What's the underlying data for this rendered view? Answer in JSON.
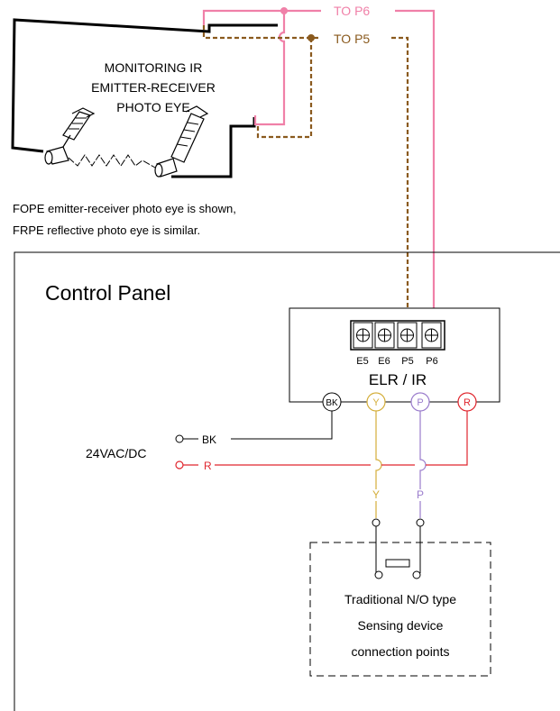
{
  "photo_eye": {
    "label_line1": "MONITORING IR",
    "label_line2": "EMITTER-RECEIVER",
    "label_line3": "PHOTO EYE"
  },
  "wire_labels": {
    "to_p6": "TO  P6",
    "to_p5": "TO  P5"
  },
  "note": {
    "line1": "FOPE emitter-receiver photo eye is shown,",
    "line2": "FRPE reflective photo eye is similar."
  },
  "control_panel": {
    "title": "Control Panel"
  },
  "module": {
    "name": "ELR / IR",
    "terminals": [
      "E5",
      "E6",
      "P5",
      "P6"
    ],
    "connectors": [
      "BK",
      "Y",
      "P",
      "R"
    ]
  },
  "power": {
    "label": "24VAC/DC",
    "bk": "BK",
    "r": "R"
  },
  "device_wires": {
    "y": "Y",
    "p": "P"
  },
  "sensing_device": {
    "line1": "Traditional N/O type",
    "line2": "Sensing device",
    "line3": "connection points"
  },
  "colors": {
    "pink": "#f080a8",
    "brown": "#8a5a1e",
    "yellow": "#d4ae3a",
    "purple": "#9a7ccc",
    "red": "#e0262e",
    "black": "#000000"
  }
}
